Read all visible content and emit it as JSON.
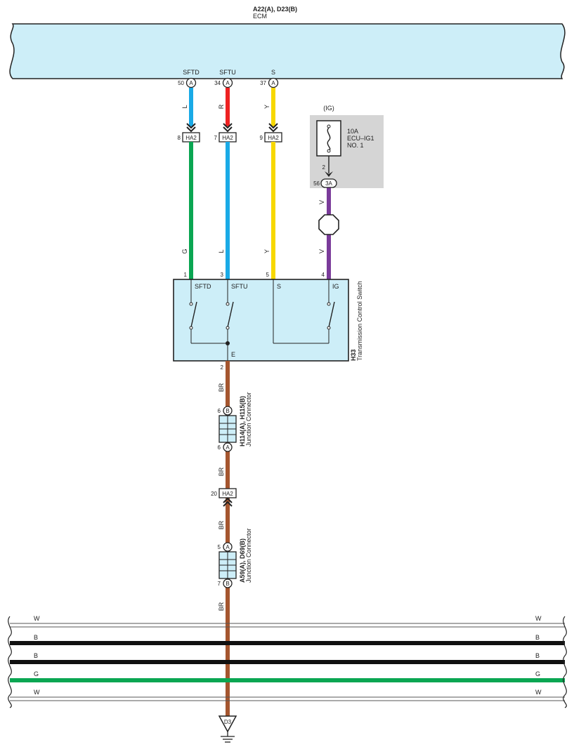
{
  "ecm": {
    "title": "A22(A), D23(B)",
    "name": "ECM"
  },
  "ecm_pins": [
    {
      "signal": "SFTD",
      "pin": "50",
      "conn": "A",
      "wire": "L"
    },
    {
      "signal": "SFTU",
      "pin": "34",
      "conn": "A",
      "wire": "R"
    },
    {
      "signal": "S",
      "pin": "37",
      "conn": "A",
      "wire": "Y"
    }
  ],
  "ha2": {
    "label": "HA2",
    "pins": [
      "8",
      "7",
      "9"
    ],
    "ground_pin": "20"
  },
  "lower_wires": [
    "G",
    "L",
    "Y",
    "V"
  ],
  "fuse": {
    "supply": "(IG)",
    "rating": "10A",
    "name1": "ECU–IG1",
    "name2": "NO. 1",
    "pin": "2",
    "conn_pin": "56",
    "conn": "3A",
    "wire": "V"
  },
  "switch": {
    "id": "H33",
    "name": "Transmission Control Switch",
    "pins": [
      "1",
      "3",
      "5",
      "4"
    ],
    "terminals": [
      "SFTD",
      "SFTU",
      "S",
      "IG"
    ],
    "ground_terminal": "E",
    "ground_pin": "2"
  },
  "junction1": {
    "id": "H114(A), H115(B)",
    "name": "Junction Connector",
    "top_pin": "6",
    "top_conn": "B",
    "bottom_pin": "6",
    "bottom_conn": "A"
  },
  "junction2": {
    "id": "A59(A), D69(B)",
    "name": "Junction Connector",
    "top_pin": "5",
    "top_conn": "A",
    "bottom_pin": "7",
    "bottom_conn": "B"
  },
  "ground_wires": [
    "BR",
    "BR",
    "BR",
    "BR"
  ],
  "bus_wires": [
    "W",
    "B",
    "B",
    "G",
    "W"
  ],
  "ground": {
    "label": "D3"
  },
  "colors": {
    "ecm_fill": "#cdeef8",
    "blue": "#1aaae6",
    "red": "#ee2222",
    "yellow": "#f7d800",
    "green": "#0aa652",
    "purple": "#7a3b9a",
    "brown": "#a5562f",
    "black": "#111111",
    "fuse_box": "#d5d5d5"
  }
}
